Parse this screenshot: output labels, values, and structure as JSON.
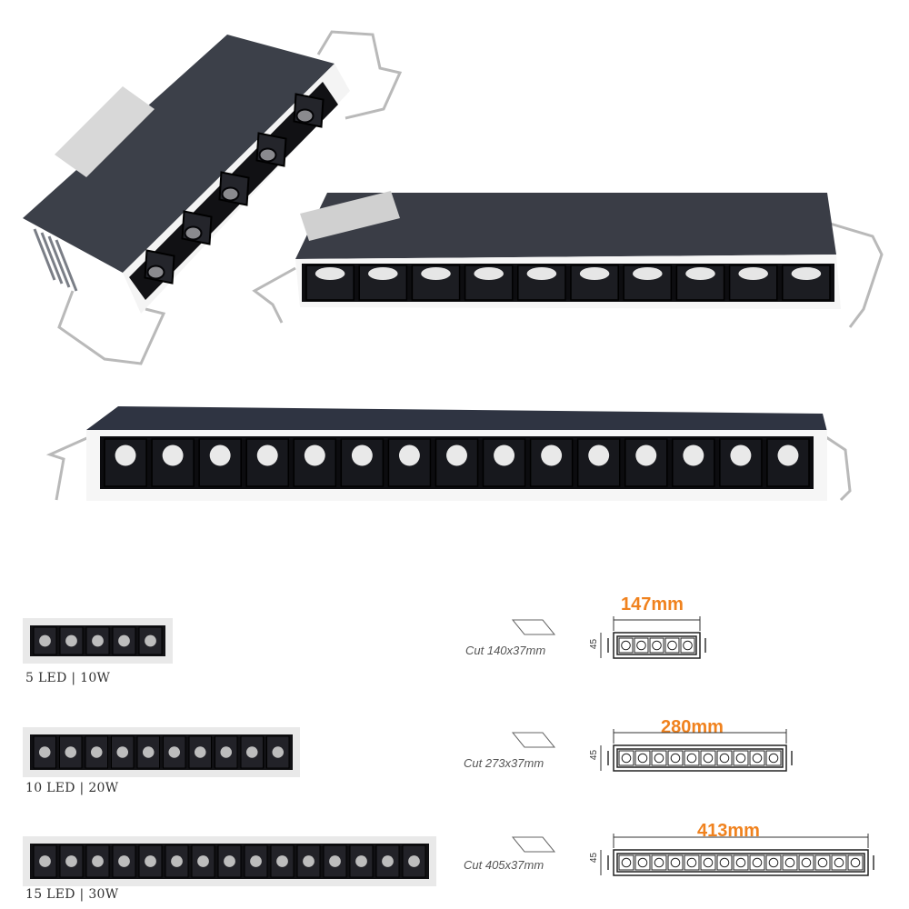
{
  "colors": {
    "accent": "#f0821e",
    "housing": "#3a4049",
    "trim": "#ffffff",
    "cell": "#0d0d10",
    "wire": "#b9b9b9"
  },
  "variants": [
    {
      "caption": "5 LED | 10W",
      "cut": "Cut 140x37mm",
      "length": "147mm",
      "height": "45",
      "leds": 5
    },
    {
      "caption": "10 LED | 20W",
      "cut": "Cut 273x37mm",
      "length": "280mm",
      "height": "45",
      "leds": 10
    },
    {
      "caption": "15 LED | 30W",
      "cut": "Cut 405x37mm",
      "length": "413mm",
      "height": "45",
      "leds": 15
    }
  ]
}
